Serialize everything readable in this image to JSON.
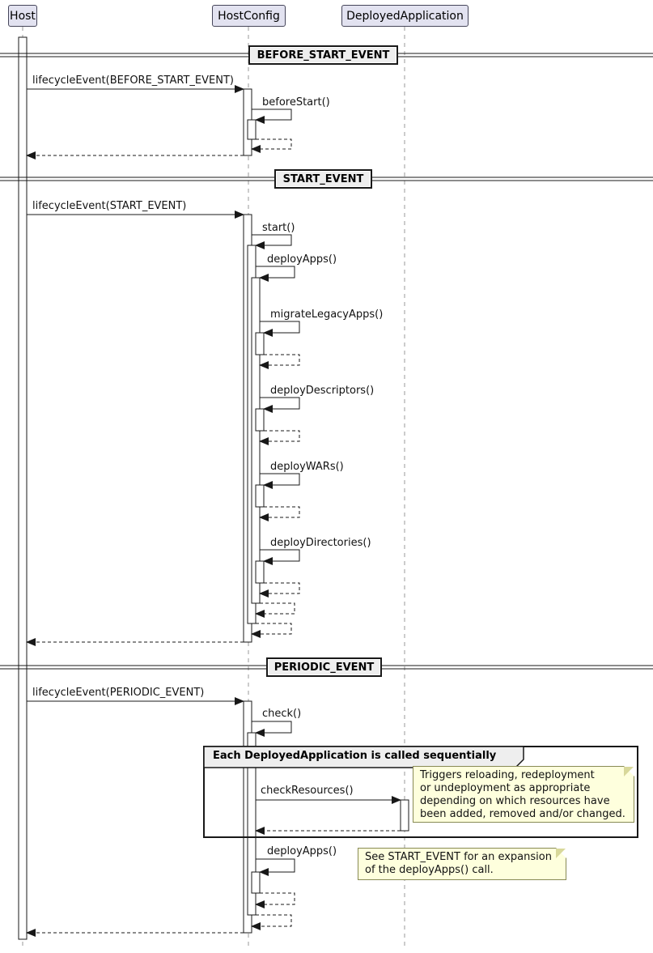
{
  "participants": {
    "host": "Host",
    "host_config": "HostConfig",
    "deployed_application": "DeployedApplication"
  },
  "dividers": {
    "before_start": "BEFORE_START_EVENT",
    "start": "START_EVENT",
    "periodic": "PERIODIC_EVENT"
  },
  "messages": {
    "before_lifecycle": "lifecycleEvent(BEFORE_START_EVENT)",
    "before_start_call": "beforeStart()",
    "start_lifecycle": "lifecycleEvent(START_EVENT)",
    "start_call": "start()",
    "deploy_apps_call": "deployApps()",
    "migrate_legacy_apps_call": "migrateLegacyApps()",
    "deploy_descriptors_call": "deployDescriptors()",
    "deploy_wars_call": "deployWARs()",
    "deploy_directories_call": "deployDirectories()",
    "periodic_lifecycle": "lifecycleEvent(PERIODIC_EVENT)",
    "check_call": "check()",
    "check_resources_call": "checkResources()",
    "deploy_apps_call_periodic": "deployApps()"
  },
  "group": {
    "header": "Each DeployedApplication is called sequentially"
  },
  "notes": {
    "check_resources": "Triggers reloading, redeployment\nor undeployment as appropriate\ndepending on which resources have\nbeen added, removed and/or changed.",
    "deploy_apps": "See START_EVENT for an expansion\nof the deployApps() call."
  },
  "colors": {
    "participant_fill": "#E2E2F0",
    "participant_border": "#46465A",
    "note_fill": "#FEFFDD",
    "divider_fill": "#EEEEEE",
    "line": "#181818",
    "lifeline": "#999999"
  }
}
